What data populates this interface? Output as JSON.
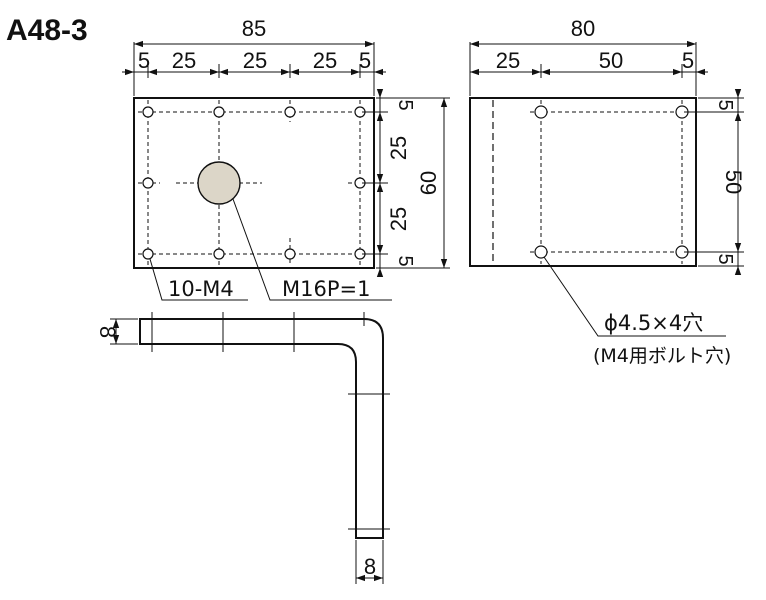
{
  "part_id": "A48-3",
  "front_view": {
    "overall_width": "85",
    "segments": [
      "5",
      "25",
      "25",
      "25",
      "5"
    ],
    "right_segments": [
      "5",
      "25",
      "25",
      "5"
    ],
    "overall_height": "60",
    "callout_threaded_holes": "10-M4",
    "callout_center_thread": "M16P=1"
  },
  "side_view": {
    "overall_width": "80",
    "segments": [
      "25",
      "50",
      "5"
    ],
    "right_segments": [
      "5",
      "50",
      "5"
    ],
    "callout_holes": "ϕ4.5×4穴",
    "callout_holes_note": "(M4用ボルト穴)"
  },
  "section_view": {
    "thickness_vertical": "8",
    "thickness_horizontal": "8"
  }
}
